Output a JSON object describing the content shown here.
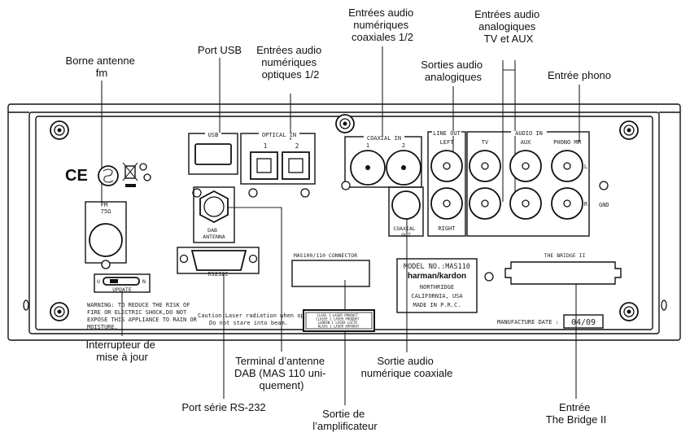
{
  "callouts": {
    "fm_antenna": [
      "Borne antenne",
      "fm"
    ],
    "usb_port": [
      "Port USB"
    ],
    "optical_in": [
      "Entrées audio",
      "numériques",
      "optiques 1/2"
    ],
    "coaxial_in": [
      "Entrées audio",
      "numériques",
      "coaxiales 1/2"
    ],
    "analog_out": [
      "Sorties audio",
      "analogiques"
    ],
    "analog_in": [
      "Entrées audio",
      "analogiques",
      "TV et AUX"
    ],
    "phono_in": [
      "Entrée phono"
    ],
    "update_switch": [
      "Interrupteur de",
      "mise à jour"
    ],
    "dab_terminal": [
      "Terminal d’antenne",
      "DAB (MAS 110 uni-",
      "quement)"
    ],
    "rs232": [
      "Port série RS-232"
    ],
    "amp_out": [
      "Sortie de",
      "l’amplificateur"
    ],
    "coaxial_out": [
      "Sortie audio",
      "numérique coaxiale"
    ],
    "bridge_in": [
      "Entrée",
      "The Bridge II"
    ]
  },
  "panel": {
    "usb_label": "USB",
    "optical_label": "OPTICAL IN",
    "optical_1": "1",
    "optical_2": "2",
    "coaxial_in_label": "COAXIAL IN",
    "coaxial_1": "1",
    "coaxial_2": "2",
    "line_out_label": "LINE OUT",
    "left_label": "LEFT",
    "right_label": "RIGHT",
    "audio_in_label": "AUDIO IN",
    "tv_label": "TV",
    "aux_label": "AUX",
    "phono_label": "PHONO MM",
    "l_label": "L",
    "r_label": "R",
    "gnd_label": "GND",
    "coaxial_out_label": [
      "COAXIAL",
      "OUT"
    ],
    "fm_label": [
      "FM",
      "75Ω"
    ],
    "dab_label": [
      "DAB",
      "ANTENNA"
    ],
    "update_label": "UPDATE",
    "update_u": "U",
    "update_n": "N",
    "rs232_label": "RS232C",
    "mas_connector_label": "MAS100/110 CONNECTOR",
    "bridge_label": "THE BRIDGE II",
    "model_lines": [
      "MODEL NO.:MAS110",
      "harman/kardon",
      "NORTHRIDGE",
      "CALIFORNIA, USA",
      "MADE IN P.R.C."
    ],
    "warning_lines": [
      "WARNING:  TO REDUCE THE RISK OF",
      "FIRE OR ELECTRIC SHOCK,DO NOT",
      "EXPOSE THIS APPLIANCE TO RAIN OR",
      "MOISTURE."
    ],
    "caution_lines": [
      "Caution:Laser radiation when open.",
      "Do not stare into beam."
    ],
    "laser_lines": [
      "CLASS 1 LASER PRODUCT",
      "CLASSE 1 LASER PRODUKT",
      "LUOKAN 1 LASER LAITE",
      "KLASS 1 LASER APPARAT"
    ],
    "manufacture_label": "MANUFACTURE DATE :",
    "manufacture_date": "04/09",
    "ce_mark": "CE"
  },
  "colors": {
    "line": "#111111",
    "background": "#ffffff"
  }
}
